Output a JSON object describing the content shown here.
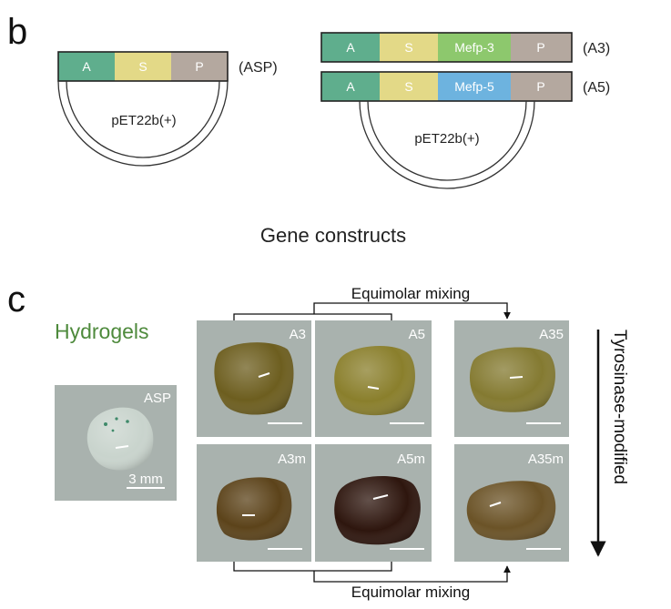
{
  "colors": {
    "A": "#5fae8d",
    "S": "#e3d987",
    "P": "#b4a89f",
    "Mefp-3": "#8dc86d",
    "Mefp-5": "#6db3df",
    "hydrogels_title": "#4e8a3c",
    "photo_bg": "#a9b2ae"
  },
  "panel_b": {
    "letter": "b",
    "constructs": [
      {
        "tag": "(ASP)",
        "segments": [
          "A",
          "S",
          "P"
        ]
      },
      {
        "tag": "(A3)",
        "segments": [
          "A",
          "S",
          "Mefp-3",
          "P"
        ]
      },
      {
        "tag": "(A5)",
        "segments": [
          "A",
          "S",
          "Mefp-5",
          "P"
        ]
      }
    ],
    "plasmid_left": "pET22b(+)",
    "plasmid_right": "pET22b(+)",
    "caption": "Gene constructs"
  },
  "panel_c": {
    "letter": "c",
    "title": "Hydrogels",
    "mix_top": "Equimolar mixing",
    "mix_bottom": "Equimolar mixing",
    "vertical_label": "Tyrosinase-modified",
    "scale_label": "3 mm",
    "photos": [
      {
        "id": "ASP",
        "label": "ASP",
        "gel": "#c9d4cd"
      },
      {
        "id": "A3",
        "label": "A3",
        "gel": "#6d5e1f"
      },
      {
        "id": "A5",
        "label": "A5",
        "gel": "#8a7f2c"
      },
      {
        "id": "A35",
        "label": "A35",
        "gel": "#847a31"
      },
      {
        "id": "A3m",
        "label": "A3m",
        "gel": "#5c431a"
      },
      {
        "id": "A5m",
        "label": "A5m",
        "gel": "#2e160e"
      },
      {
        "id": "A35m",
        "label": "A35m",
        "gel": "#6b5327"
      }
    ]
  }
}
